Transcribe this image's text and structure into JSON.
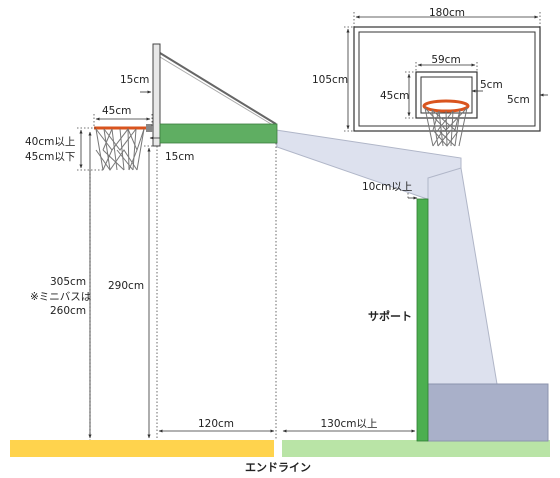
{
  "labels": {
    "board_width": "180cm",
    "board_height": "105cm",
    "inner_width": "59cm",
    "inner_height": "45cm",
    "inner_offset": "5cm",
    "board_edge_offset": "5cm",
    "board_thickness": "15cm",
    "ring_diameter": "45cm",
    "net_length_line1": "40cm以上",
    "net_length_line2": "45cm以下",
    "ring_to_board": "15cm",
    "padding_clearance": "10cm以上",
    "rim_height_line1": "305cm",
    "rim_height_line2": "※ミニバスは",
    "rim_height_line3": "260cm",
    "board_bottom_height": "290cm",
    "board_to_endline": "120cm",
    "support_to_endline": "130cm以上",
    "support": "サポート",
    "endline": "エンドライン"
  },
  "colors": {
    "court_yellow": "#ffd34d",
    "court_green": "#b9e4a6",
    "support_green": "#4caf50",
    "structure": "#dde1ee",
    "base": "#a9b0c9",
    "rim": "#d9541e"
  }
}
